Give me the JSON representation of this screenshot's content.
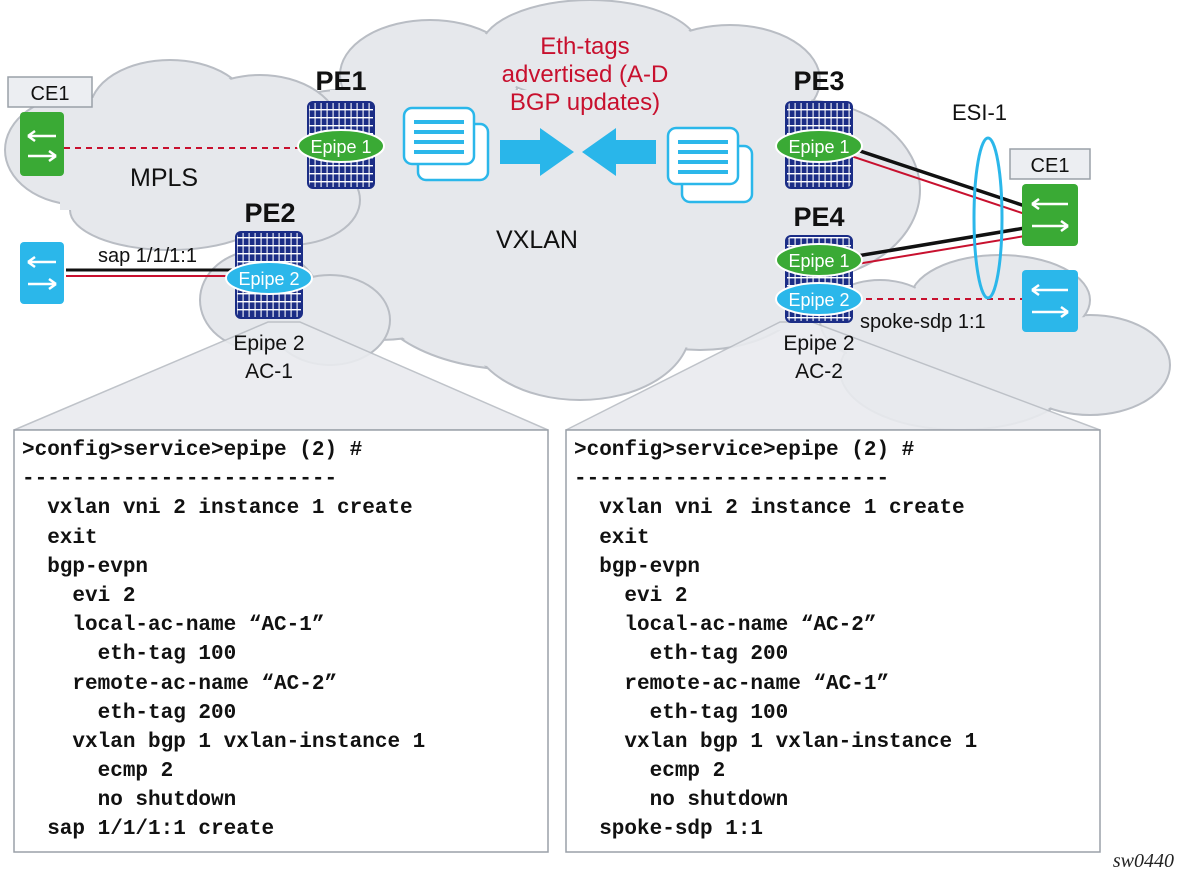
{
  "clouds": {
    "mpls_label": "MPLS",
    "vxlan_label": "VXLAN"
  },
  "annotation": {
    "line1": "Eth-tags",
    "line2": "advertised (A-D",
    "line3": "BGP updates)"
  },
  "routers": {
    "pe1": {
      "name": "PE1",
      "service": "Epipe 1"
    },
    "pe2": {
      "name": "PE2",
      "service": "Epipe 2",
      "caption1": "Epipe 2",
      "caption2": "AC-1"
    },
    "pe3": {
      "name": "PE3",
      "service": "Epipe 1"
    },
    "pe4": {
      "name": "PE4",
      "service_green": "Epipe 1",
      "service_blue": "Epipe 2",
      "caption1": "Epipe 2",
      "caption2": "AC-2"
    }
  },
  "ce": {
    "left_label": "CE1",
    "right_label": "CE1"
  },
  "links": {
    "sap_label": "sap 1/1/1:1",
    "spoke_label": "spoke-sdp 1:1",
    "esi_label": "ESI-1"
  },
  "config_left": {
    "lines": [
      ">config>service>epipe (2) #",
      "-------------------------",
      "  vxlan vni 2 instance 1 create",
      "  exit",
      "  bgp-evpn",
      "    evi 2",
      "    local-ac-name “AC-1”",
      "      eth-tag 100",
      "    remote-ac-name “AC-2”",
      "      eth-tag 200",
      "    vxlan bgp 1 vxlan-instance 1",
      "      ecmp 2",
      "      no shutdown",
      "  sap 1/1/1:1 create"
    ]
  },
  "config_right": {
    "lines": [
      ">config>service>epipe (2) #",
      "-------------------------",
      "  vxlan vni 2 instance 1 create",
      "  exit",
      "  bgp-evpn",
      "    evi 2",
      "    local-ac-name “AC-2”",
      "      eth-tag 200",
      "    remote-ac-name “AC-1”",
      "      eth-tag 100",
      "    vxlan bgp 1 vxlan-instance 1",
      "      ecmp 2",
      "      no shutdown",
      "  spoke-sdp 1:1"
    ]
  },
  "footer": {
    "figure_id": "sw0440"
  },
  "colors": {
    "cloud_fill": "#e6e8ec",
    "cloud_stroke": "#b9bdc4",
    "router_blue": "#1b2d86",
    "epipe_green": "#3aaa35",
    "epipe_blue": "#2bb7ea",
    "annotation_red": "#c8102e",
    "arrow_blue": "#29b6ea",
    "link_red": "#c8102e"
  }
}
